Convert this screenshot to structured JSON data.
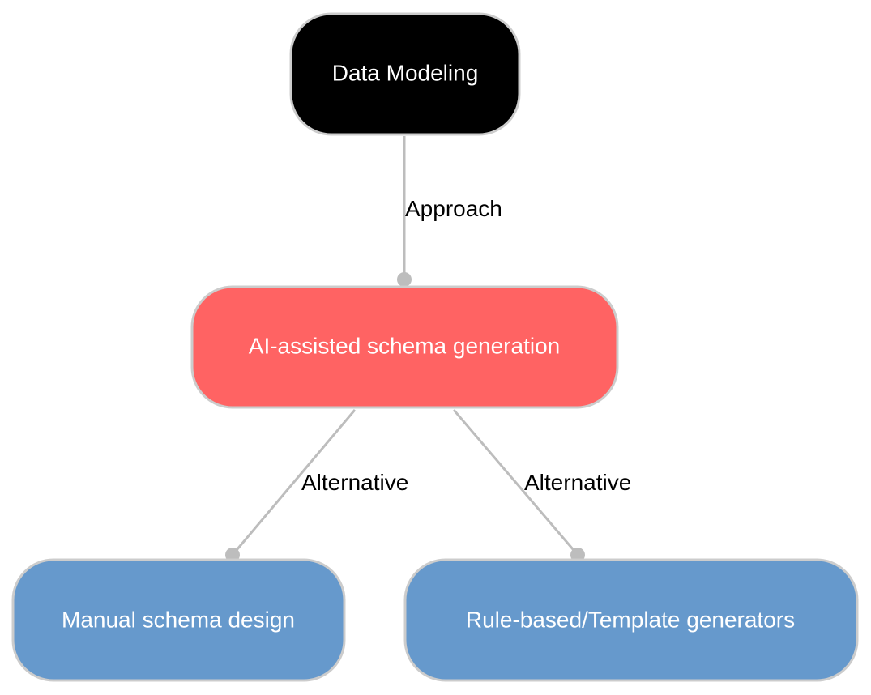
{
  "diagram": {
    "nodes": {
      "data_modeling": {
        "label": "Data Modeling",
        "fill": "#000000"
      },
      "ai_schema": {
        "label": "AI-assisted schema generation",
        "fill": "#ff6363"
      },
      "manual_schema": {
        "label": "Manual schema design",
        "fill": "#6699cc"
      },
      "rule_based": {
        "label": "Rule-based/Template generators",
        "fill": "#6699cc"
      }
    },
    "edges": {
      "approach": {
        "label": "Approach"
      },
      "alt_manual": {
        "label": "Alternative"
      },
      "alt_rule": {
        "label": "Alternative"
      }
    },
    "colors": {
      "node_border": "#cccccc",
      "edge": "#bdbdbd",
      "node_text": "#ffffff",
      "edge_text": "#000000"
    }
  }
}
